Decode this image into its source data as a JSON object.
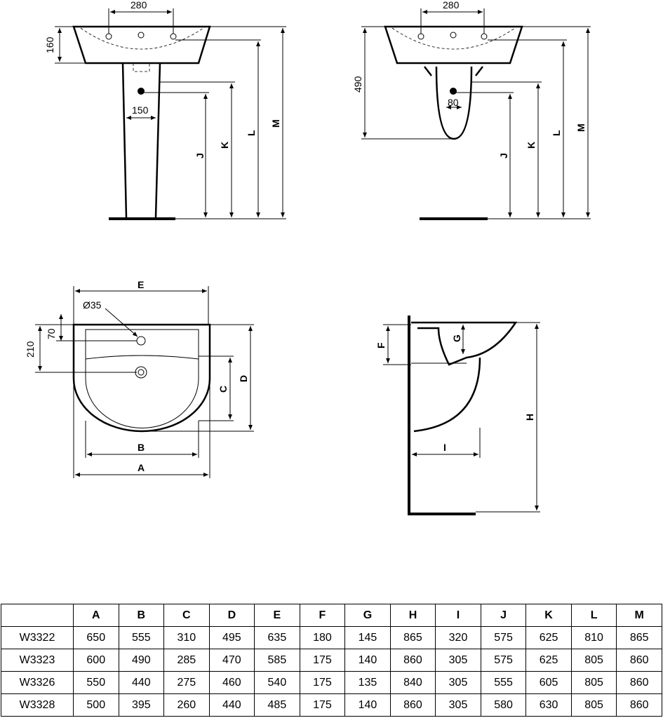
{
  "drawing_labels": {
    "top_left": {
      "width_280": "280",
      "height_160": "160",
      "pedestal_150": "150",
      "J": "J",
      "K": "K",
      "L": "L",
      "M": "M"
    },
    "top_right": {
      "width_280": "280",
      "height_490": "490",
      "semi_80": "80",
      "J": "J",
      "K": "K",
      "L": "L",
      "M": "M"
    },
    "plan": {
      "E": "E",
      "hole": "Ø35",
      "d70": "70",
      "d210": "210",
      "C": "C",
      "D": "D",
      "B": "B",
      "A": "A"
    },
    "side": {
      "F": "F",
      "G": "G",
      "H": "H",
      "I": "I"
    }
  },
  "table": {
    "headers": [
      "",
      "A",
      "B",
      "C",
      "D",
      "E",
      "F",
      "G",
      "H",
      "I",
      "J",
      "K",
      "L",
      "M"
    ],
    "rows": [
      [
        "W3322",
        "650",
        "555",
        "310",
        "495",
        "635",
        "180",
        "145",
        "865",
        "320",
        "575",
        "625",
        "810",
        "865"
      ],
      [
        "W3323",
        "600",
        "490",
        "285",
        "470",
        "585",
        "175",
        "140",
        "860",
        "305",
        "575",
        "625",
        "805",
        "860"
      ],
      [
        "W3326",
        "550",
        "440",
        "275",
        "460",
        "540",
        "175",
        "135",
        "840",
        "305",
        "555",
        "605",
        "805",
        "860"
      ],
      [
        "W3328",
        "500",
        "395",
        "260",
        "440",
        "485",
        "175",
        "140",
        "860",
        "305",
        "580",
        "630",
        "805",
        "860"
      ]
    ]
  }
}
